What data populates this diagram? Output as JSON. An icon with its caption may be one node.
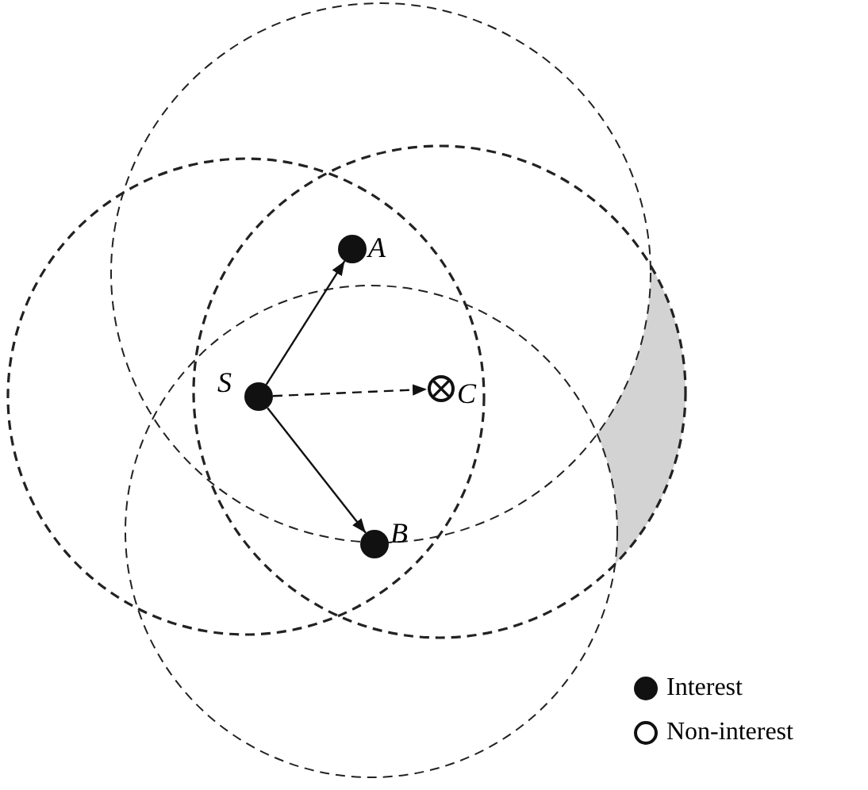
{
  "diagram": {
    "nodes": [
      {
        "text": [
          "S"
        ]
      },
      {
        "text": [
          "A"
        ]
      },
      {
        "text": [
          "C"
        ]
      },
      {
        "text": [
          "B"
        ]
      }
    ],
    "edges": [
      {
        "from": 0,
        "to": 1,
        "arrow": "to"
      },
      {
        "from": 0,
        "to": 2,
        "arrow": "to",
        "style": "dashed"
      },
      {
        "from": 0,
        "to": 3,
        "arrow": "to"
      }
    ],
    "legend": [
      {
        "text": "Interest"
      },
      {
        "text": "Non-interest"
      }
    ]
  }
}
